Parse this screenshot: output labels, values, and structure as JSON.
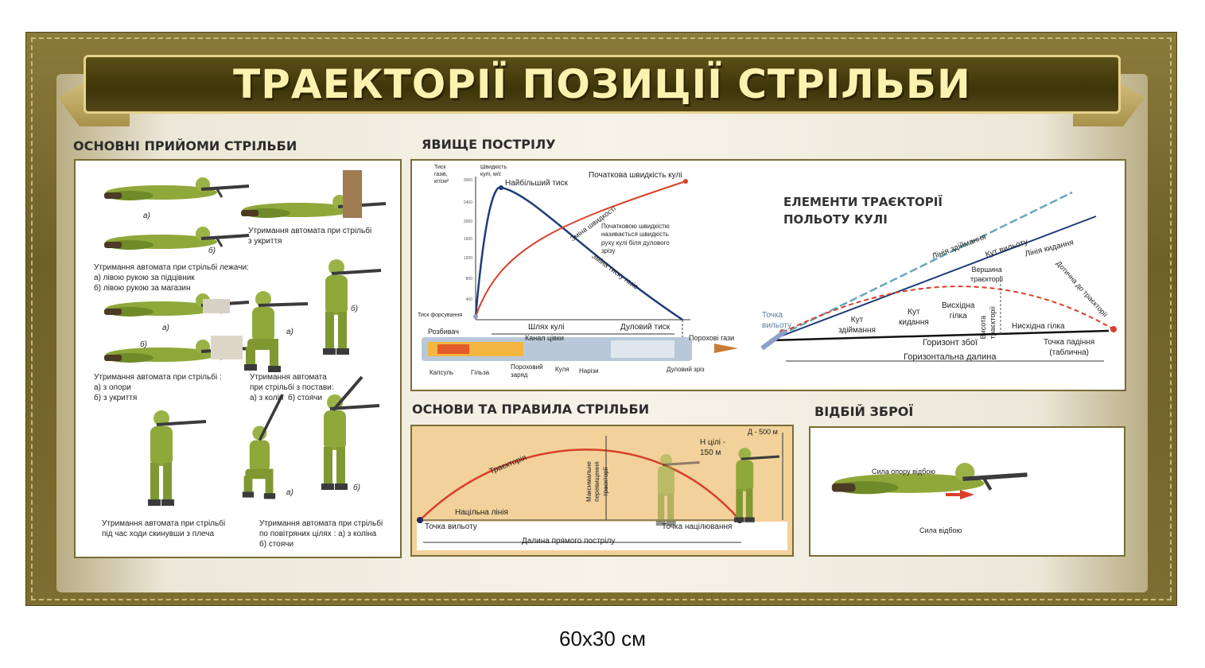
{
  "title": "ТРАЕКТОРІЇ ПОЗИЦІЇ СТРІЛЬБИ",
  "size_caption": "60х30 см",
  "sections": {
    "basic": {
      "title": "ОСНОВНІ ПРИЙОМИ СТРІЛЬБИ",
      "labels": {
        "a1": "а)",
        "b1": "б)",
        "a2": "а)",
        "b2": "б)",
        "a3": "а)",
        "b3": "б)",
        "a4": "а)",
        "b4": "б)",
        "a5": "а)",
        "b5": "б)"
      },
      "captions": {
        "cover": "Утримання автомата при стрільбі\nз укриття",
        "lying": "Утримання автомата при стрільбі лежачи:\nа) лівою рукою за підцівник\nб) лівою рукою за магазин",
        "support": "Утримання автомата при стрільбі :\nа) з опори\nб) з укриття",
        "stand": "Утримання автомата\nпри стрільбі з постави:\nа) з колін  б) стоячи",
        "walk": "Утримання автомата при стрільбі\nпід час ходи скинувши з плеча",
        "air": "Утримання автомата при стрільбі\nпо повітряних цілях : а) з коліна\nб) стоячи"
      }
    },
    "shot": {
      "title": "ЯВИЩЕ ПОСТРІЛУ",
      "axis_pressure": "Тиск\nгазів,\nкг/см²",
      "axis_speed": "Швидкість\nкулі, м/с",
      "max_pressure": "Найбільший тиск",
      "initial_speed": "Початкова швидкість кулі",
      "speed_change": "Зміна швидкості",
      "pressure_change": "Зміна тиску газів",
      "definition": "Початковою швидкістю\nназивається швидкість\nруху кулі біля дулового\nзрізу",
      "forcing": "Тиск форсування",
      "path": "Шлях кулі",
      "muzzle_pressure": "Дуловий тиск",
      "powder_gases": "Порохові гази",
      "igniter": "Розбивач",
      "bore": "Канал цівки",
      "capsule": "Капсуль",
      "case": "Гільза",
      "charge": "Пороховий\nзаряд",
      "bullet": "Куля",
      "rifling": "Нарізи",
      "muzzle": "Дуловий зріз",
      "ticks": [
        "3000",
        "2400",
        "2000",
        "1600",
        "1200",
        "800",
        "400"
      ]
    },
    "trajectory": {
      "title": "ЕЛЕМЕНТИ ТРАЄКТОРІЇ\nПОЛЬОТУ КУЛІ",
      "launch_point": "Точка\nвильоту",
      "elevation_line": "Лінія здіймання",
      "departure_angle": "Кут вильоту",
      "throw_line": "Лінія кидання",
      "tangent": "Дотична до траєкторії",
      "apex": "Вершина\nтраєкторії",
      "elevation_angle": "Кут\nздіймання",
      "throw_angle": "Кут\nкидання",
      "ascending": "Висхідна\nгілка",
      "height": "Висота\nтраєкторії",
      "descending": "Нисхідна гілка",
      "impact": "Точка падіння\n(таблична)",
      "weapon_horizon": "Горизонт збої",
      "horizontal_range": "Горизонтальна далина"
    },
    "rules": {
      "title": "ОСНОВИ ТА ПРАВИЛА СТРІЛЬБИ",
      "trajectory": "Траєкторія",
      "aim_line": "Націльна лінія",
      "launch_point": "Точка вильоту",
      "aim_point": "Точка націлювання",
      "max_exceed": "Максимальне\nперевищення\nтраєкторії",
      "target_h": "Н цілі -\n150 м",
      "distance": "Д - 500 м",
      "direct_range": "Далина прямого пострілу"
    },
    "recoil": {
      "title": "ВІДБІЙ ЗБРОЇ",
      "support_force": "Сила опору відбою",
      "recoil_force": "Сила відбою"
    }
  },
  "colors": {
    "frame": "#6e6128",
    "title_text": "#fbf2b0",
    "uniform": "#8fa83a",
    "red_curve": "#d8402a",
    "blue_curve": "#1e3c78",
    "sand": "#f2d19a"
  }
}
